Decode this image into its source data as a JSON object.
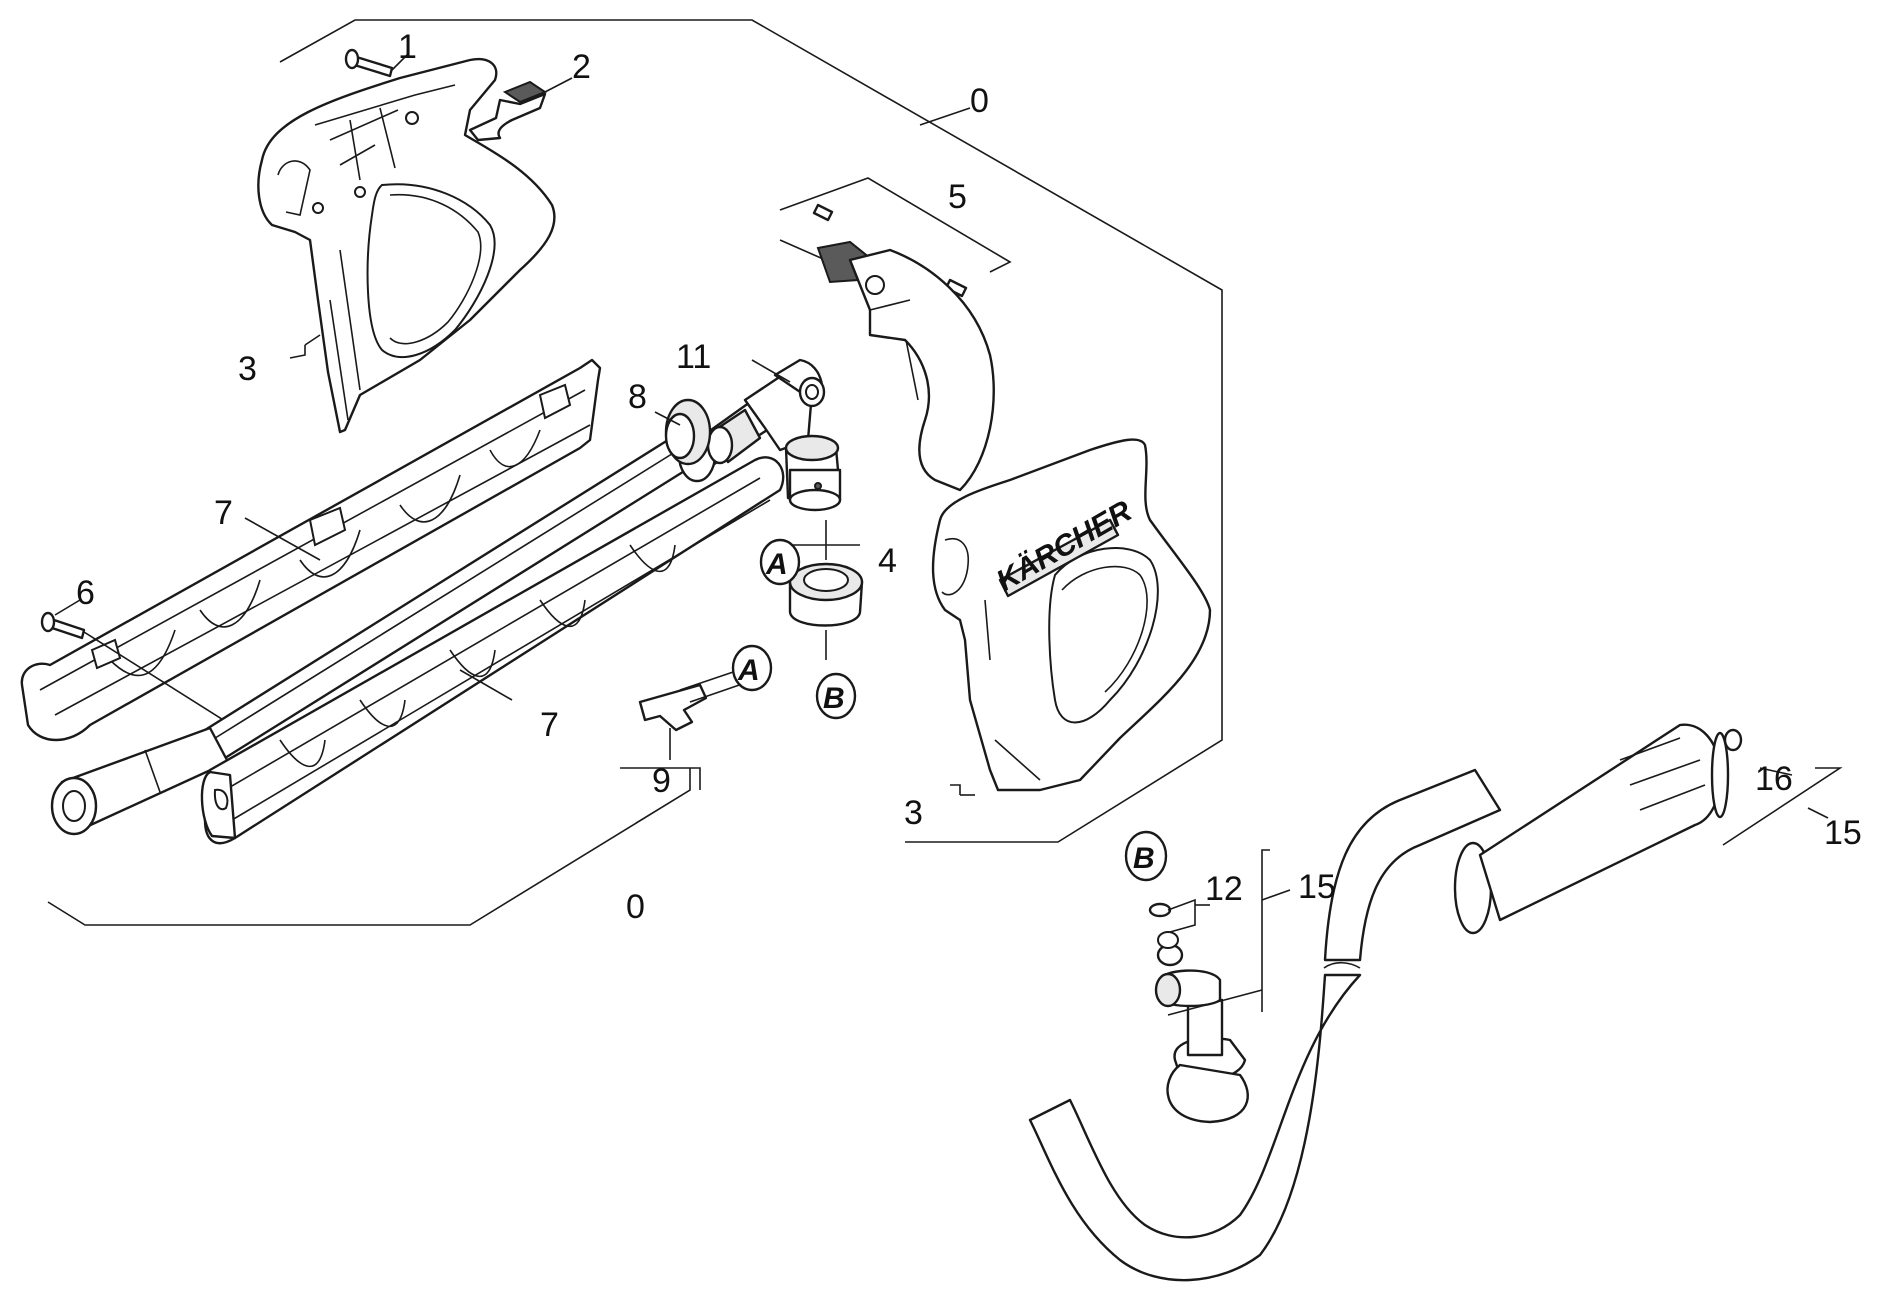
{
  "labels": {
    "screw_top": "1",
    "trigger": "2",
    "half_left_ref": "3",
    "half_right_ref": "3",
    "valve_sleeve": "4",
    "trigger_assy": "5",
    "screw_small": "6",
    "cover_upper": "7",
    "cover_lower": "7",
    "ring": "8",
    "clip": "9",
    "elbow_tube": "11",
    "oring": "12",
    "hose_group_a": "15",
    "hose_group_b": "15",
    "grip_oring": "16",
    "assembly_top": "0",
    "assembly_bottom": "0"
  },
  "markers": {
    "a1": "A",
    "a2": "A",
    "b1": "B",
    "b2": "B"
  },
  "brand_text": "KÄRCHER"
}
